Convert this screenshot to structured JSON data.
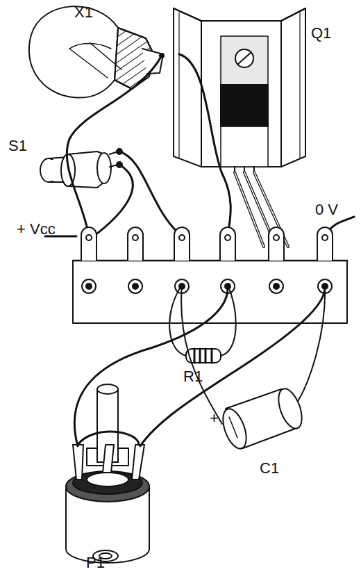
{
  "diagram": {
    "labels": [
      "X1",
      "Q1",
      "S1",
      "+ Vcc",
      "0 V",
      "R1",
      "C1",
      "+",
      "P1"
    ]
  }
}
